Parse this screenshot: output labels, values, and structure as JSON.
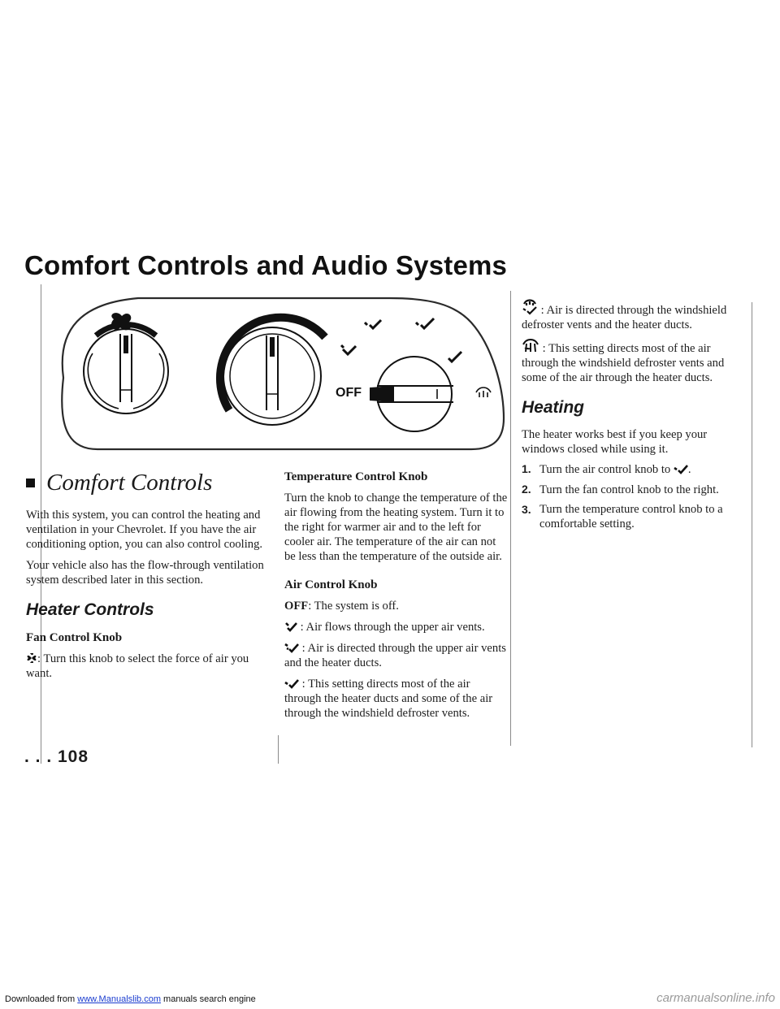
{
  "page": {
    "title": "Comfort Controls and Audio Systems",
    "page_number": ". . . 108"
  },
  "panel": {
    "off_label": "OFF"
  },
  "left": {
    "heading": "Comfort Controls",
    "p1": "With this system, you can control the heating and ventilation in your Chevrolet. If you have the air conditioning option, you can also control cooling.",
    "p2": "Your vehicle also has the flow-through ventilation system described later in this section.",
    "sub_heading": "Heater Controls",
    "fan_heading": "Fan Control Knob",
    "fan_text": ": Turn this knob to select the force of air you want."
  },
  "middle": {
    "temp_heading": "Temperature Control Knob",
    "temp_text": "Turn the knob to change the temperature of the air flowing from the heating system. Turn it to the right for warmer air and to the left for cooler air. The temperature of the air can not be less than the temperature of the outside air.",
    "air_heading": "Air Control Knob",
    "off_label": "OFF",
    "off_text": ": The system is off.",
    "vent_text": ": Air flows through the upper air vents.",
    "bilevel_text": ": Air is directed through the upper air vents and the heater ducts.",
    "heater_text": ": This setting directs most of the air through the heater ducts and some of the air through the windshield defroster vents."
  },
  "right": {
    "blend_text": ": Air is directed through the windshield defroster vents and the heater ducts.",
    "defrost_text": ": This setting directs most of the air through the windshield defroster vents and some of the air through the heater ducts.",
    "heating_heading": "Heating",
    "heating_intro": "The heater works best if you keep your windows closed while using it.",
    "steps": [
      {
        "num": "1.",
        "text": "Turn the air control knob to",
        "suffix": "."
      },
      {
        "num": "2.",
        "text": "Turn the fan control knob to the right."
      },
      {
        "num": "3.",
        "text": "Turn the temperature control knob to a comfortable setting."
      }
    ]
  },
  "footer": {
    "prefix": "Downloaded from ",
    "link": "www.Manualslib.com",
    "suffix": " manuals search engine",
    "watermark": "carmanualsonline.info"
  }
}
